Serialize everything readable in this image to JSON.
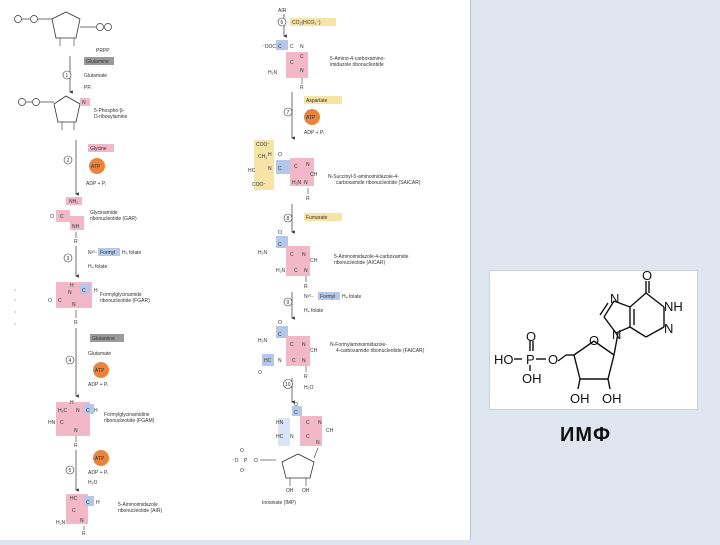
{
  "left_column": {
    "s0": {
      "prpp": "PRPP"
    },
    "s1": {
      "num": "1",
      "enzyme": "Glutamine",
      "out": "Glutamate",
      "byproduct": "PPᵢ",
      "name_l1": "5-Phospho-β-",
      "name_l2": "D-ribosylamine"
    },
    "s2": {
      "num": "2",
      "substrate": "Glycine",
      "cofactor": "ATP",
      "byproduct": "ADP + Pᵢ",
      "name_l1": "Glycinamide",
      "name_l2": "ribonucleotide (GAR)"
    },
    "s3": {
      "num": "3",
      "donor_prefix": "N¹⁰-",
      "donor": "Formyl",
      "donor_suffix": "H₄ folate",
      "out": "H₄ folate",
      "name_l1": "Formylglycinamide",
      "name_l2": "ribonucleotide (FGAR)"
    },
    "s4": {
      "num": "4",
      "substrate": "Glutamine",
      "out": "Glutamate",
      "cofactor": "ATP",
      "byproduct": "ADP + Pᵢ",
      "name_l1": "Formylglycinamidine",
      "name_l2": "ribonucleotide (FGAM)"
    },
    "s5": {
      "num": "5",
      "cofactor": "ATP",
      "byproduct1": "ADP + Pᵢ",
      "byproduct2": "H₂O",
      "name_l1": "5-Aminoimidazole",
      "name_l2": "ribonucleotide (AIR)"
    }
  },
  "right_column": {
    "air": "AIR",
    "s6": {
      "num": "6",
      "co2": "CO₂(HCO₃⁻)",
      "name_l1": "5-Amino-4-carboxamino-",
      "name_l2": "imidazole ribonucleotide"
    },
    "s7": {
      "num": "7",
      "substrate": "Aspartate",
      "cofactor": "ATP",
      "byproduct": "ADP + Pᵢ",
      "name_l1": "N-Succinyl-5-aminoimidazole-4-",
      "name_l2": "carboxamide ribonucleotide (SAICAR)"
    },
    "s8": {
      "num": "8",
      "out": "Fumarate",
      "name_l1": "5-Aminoimidazole-4-carboxamide",
      "name_l2": "ribonucleotide (AICAR)"
    },
    "s9": {
      "num": "9",
      "donor_prefix": "N¹⁰-",
      "donor": "Formyl",
      "donor_suffix": "H₄ folate",
      "out": "H₄ folate",
      "name_l1": "N-Formylaminoimidazole-",
      "name_l2": "4-carboxamide ribonucleotide (FAICAR)"
    },
    "s10": {
      "num": "10",
      "byproduct": "H₂O",
      "name": "Inosinate (IMP)"
    }
  },
  "imp_structure": {
    "atoms": {
      "O": "O",
      "N": "N",
      "NH": "NH",
      "HO": "HO",
      "P": "P",
      "OH": "OH"
    }
  },
  "caption": "ИМФ",
  "colors": {
    "background": "#dfe6f0",
    "pink": "#f2b8c8",
    "blue": "#b4c9ea",
    "gray_box": "#9a9a9a",
    "orange_atp": "#e8843c",
    "yellow_box": "#f6e3a6"
  }
}
